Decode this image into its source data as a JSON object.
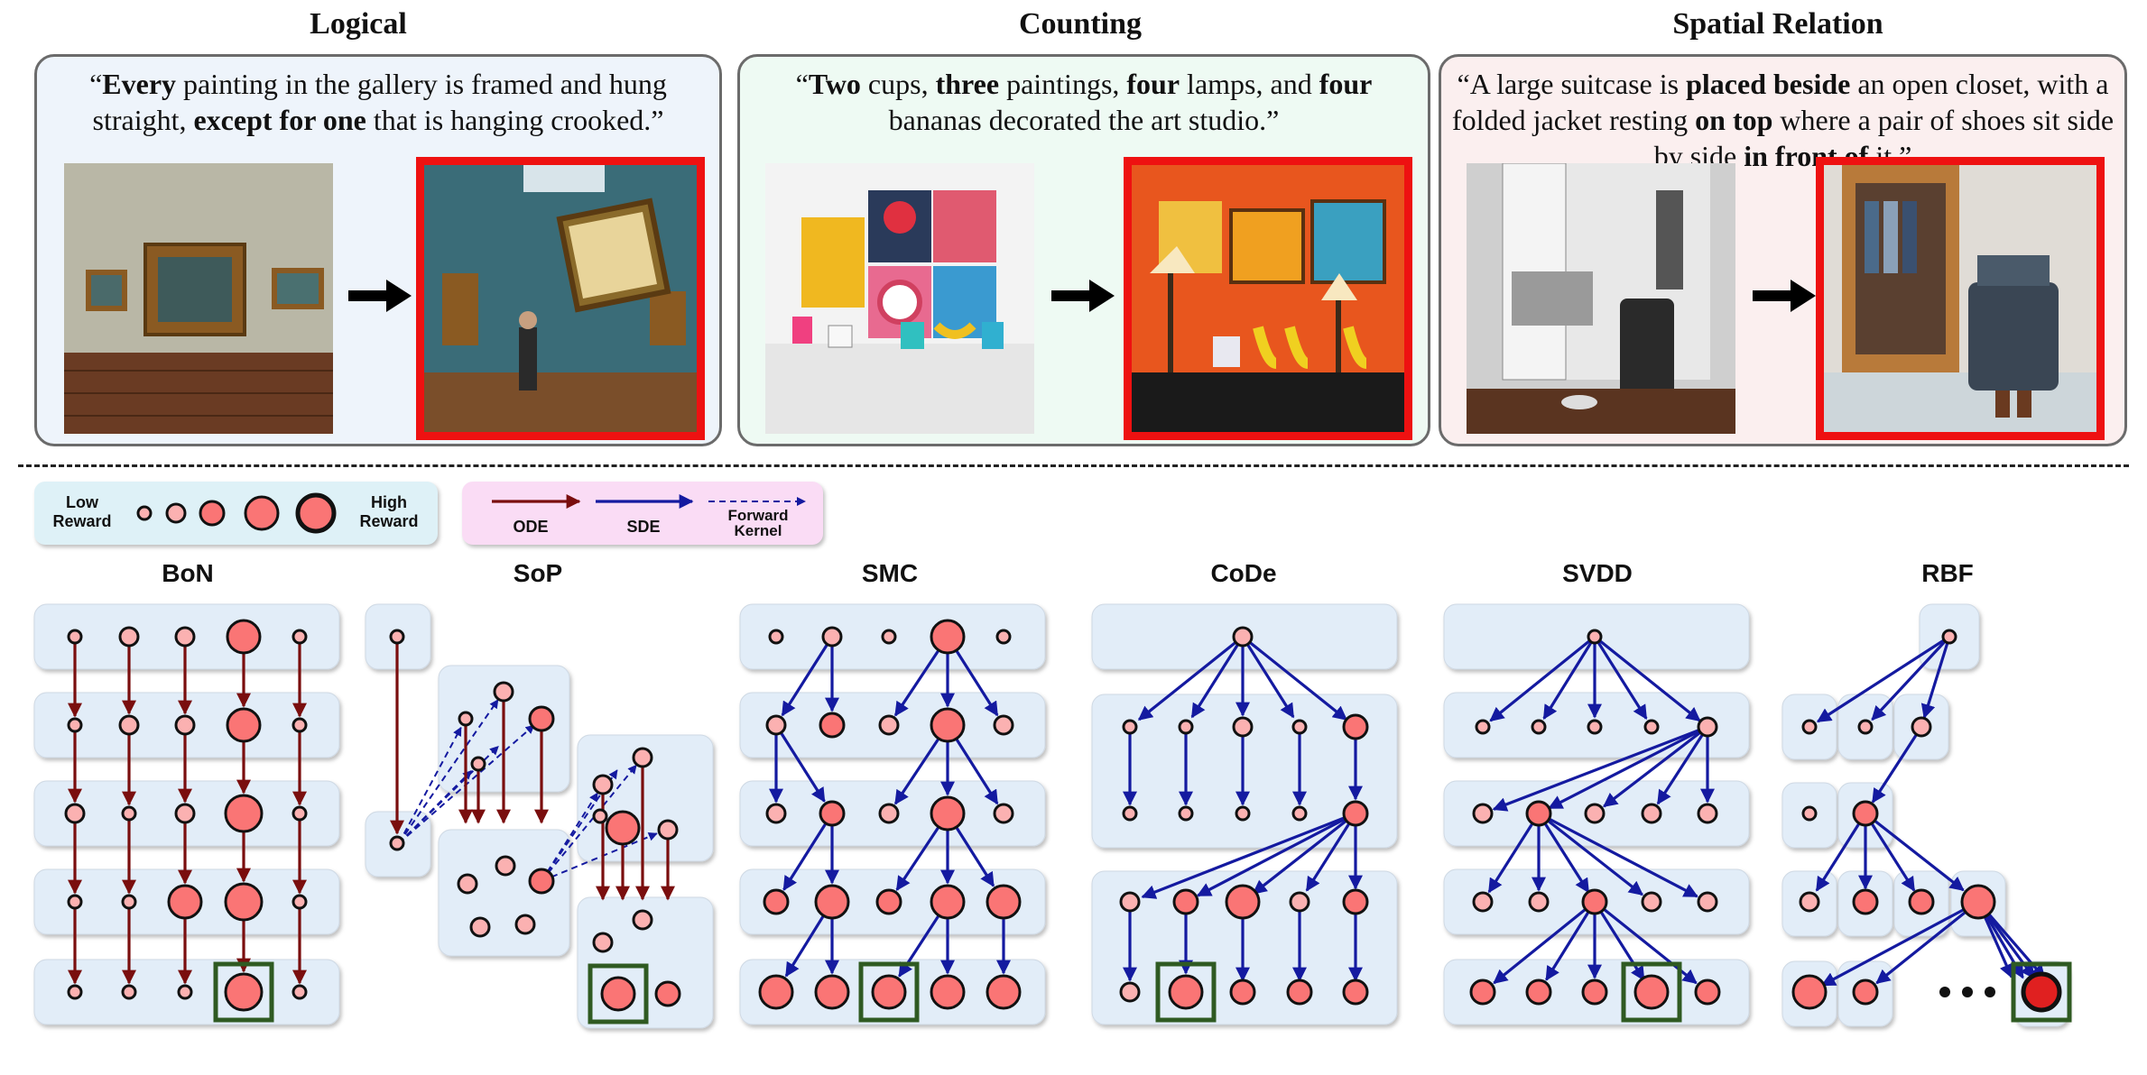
{
  "sections": [
    {
      "title": "Logical",
      "prompt_html": "“<b>Every</b> painting in the gallery is framed and hung straight, <b>except for one</b> that is hanging crooked.”",
      "bg": "#eef4fb"
    },
    {
      "title": "Counting",
      "prompt_html": "“<b>Two</b> cups, <b>three</b> paintings, <b>four</b> lamps, and <b>four</b> bananas decorated the art studio.”",
      "bg": "#eefaf3"
    },
    {
      "title": "Spatial Relation",
      "prompt_html": "“A large suitcase is <b>placed beside</b> an open closet, with a folded jacket resting <b>on top</b> where a pair of shoes sit side by side <b>in front of</b> it.”",
      "bg": "#fbefef"
    }
  ],
  "legend": {
    "low_reward": "Low\nReward",
    "high_reward": "High\nReward",
    "ode": "ODE",
    "sde": "SDE",
    "forward_kernel": "Forward\nKernel"
  },
  "methods": [
    "BoN",
    "SoP",
    "SMC",
    "CoDe",
    "SVDD",
    "RBF"
  ],
  "colors": {
    "node_fill": "#fa7575",
    "node_fill_light": "#fbb1b1",
    "ode_arrow": "#7a0e0e",
    "sde_arrow": "#141aa0",
    "selected_box": "#2f5a22",
    "row_box": "#e2edf8",
    "highlight_red": "#ee1111"
  }
}
